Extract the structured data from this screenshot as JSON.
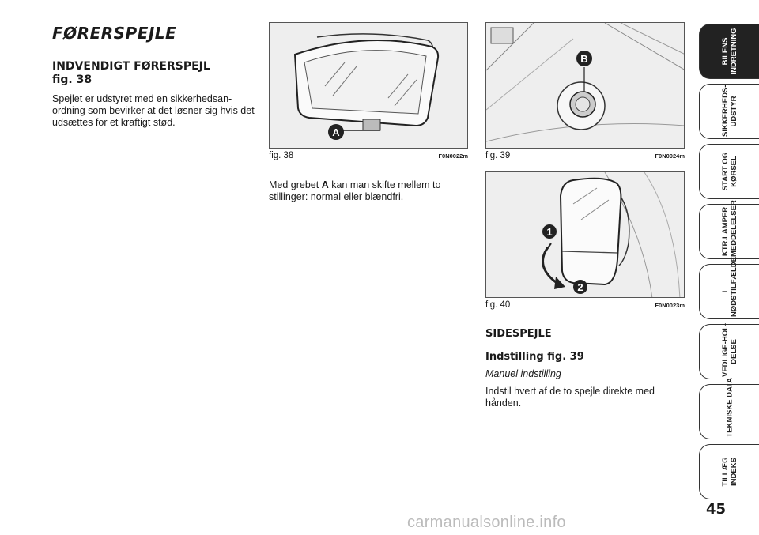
{
  "section_title": "FØRERSPEJLE",
  "interior": {
    "heading_line1": "INDVENDIGT FØRERSPEJL",
    "heading_line2": "fig. 38",
    "body": "Spejlet er udstyret med en sikkerhedsan-ordning som bevirker at det løsner sig hvis det udsættes for et kraftigt stød."
  },
  "figures": {
    "fig38": {
      "caption": "fig. 38",
      "code": "F0N0022m",
      "marker": "A"
    },
    "fig39": {
      "caption": "fig. 39",
      "code": "F0N0024m",
      "marker": "B"
    },
    "fig40": {
      "caption": "fig. 40",
      "code": "F0N0023m",
      "marker1": "1",
      "marker2": "2"
    }
  },
  "lever_text": {
    "pre": "Med grebet ",
    "bold": "A",
    "post": " kan man skifte mellem to stillinger: normal eller blændfri."
  },
  "side_mirrors": {
    "heading": "SIDESPEJLE",
    "subheading": "Indstilling fig. 39",
    "mode": "Manuel indstilling",
    "body": "Indstil hvert af de to spejle direkte med hånden."
  },
  "tabs": [
    {
      "line1": "BILENS",
      "line2": "INDRETNING",
      "active": true
    },
    {
      "line1": "SIKKERHEDS-",
      "line2": "UDSTYR",
      "active": false
    },
    {
      "line1": "START OG",
      "line2": "KØRSEL",
      "active": false
    },
    {
      "line1": "KTR.LAMPER",
      "line2": "MEDDELELSER",
      "active": false
    },
    {
      "line1": "I",
      "line2": "NØDSTILFÆLDE",
      "active": false
    },
    {
      "line1": "VEDLIGE-HOL-",
      "line2": "DELSE",
      "active": false
    },
    {
      "line1": "TEKNISKE DATA",
      "line2": "",
      "active": false
    },
    {
      "line1": "TILLÆG",
      "line2": "INDEKS",
      "active": false
    }
  ],
  "page_number": "45",
  "watermark": "carmanualsonline.info"
}
